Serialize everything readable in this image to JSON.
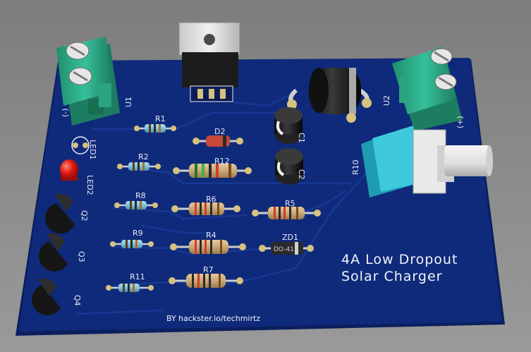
{
  "board": {
    "title_line1": "4A Low Dropout",
    "title_line2": "Solar Charger",
    "credit": "BY hackster.io/techmirtz",
    "colors": {
      "background": "#8c8c8c",
      "pcb": "#0f2a7a",
      "pcb_edge": "#0b1f5e",
      "silkscreen": "#e8ecf4",
      "terminal": "#2fb58d",
      "resistor_body": "#c9a877",
      "led_red": "#e01a10"
    }
  },
  "labels": {
    "u1": "U1",
    "u2": "U2",
    "minus": "(-)",
    "plus": "(+)",
    "r1": "R1",
    "r2": "R2",
    "r4": "R4",
    "r5": "R5",
    "r6": "R6",
    "r7": "R7",
    "r8": "R8",
    "r9": "R9",
    "r10": "R10",
    "r11": "R11",
    "r12": "R12",
    "d2": "D2",
    "zd1": "ZD1",
    "zd1_body": "DO-41",
    "c1": "C1",
    "c2": "C2",
    "led1": "LED1",
    "led2": "LED2",
    "q2": "Q2",
    "q3": "Q3",
    "q4": "Q4"
  }
}
